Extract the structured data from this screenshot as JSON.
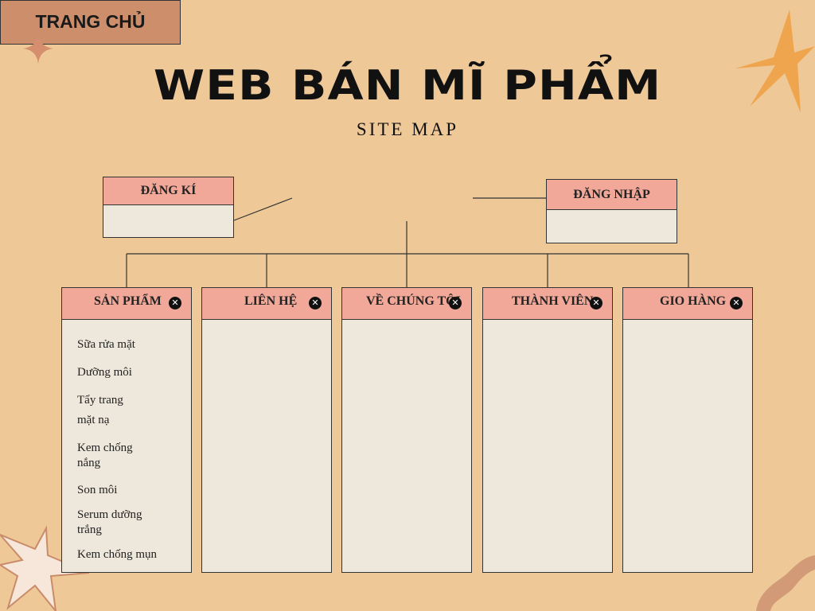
{
  "header": {
    "title": "WEB BÁN MĨ PHẨM",
    "subtitle": "SITE MAP"
  },
  "nodes": {
    "home": "TRANG CHỦ",
    "register": "ĐĂNG KÍ",
    "login": "ĐĂNG NHẬP"
  },
  "columns": [
    {
      "label": "SẢN PHẨM",
      "items": [
        "Sữa rửa mặt",
        "Dưỡng môi",
        "Tẩy trang",
        "mặt nạ",
        "Kem chống nắng",
        "Son môi",
        "Serum dưỡng trắng",
        "Kem chống mụn"
      ]
    },
    {
      "label": "LIÊN HỆ",
      "items": []
    },
    {
      "label": "VỀ CHÚNG TÔI",
      "items": []
    },
    {
      "label": "THÀNH VIÊN",
      "items": []
    },
    {
      "label": "GIO HÀNG",
      "items": []
    }
  ],
  "icons": {
    "close": "close-icon",
    "decor": [
      "sparkle-icon",
      "star-icon",
      "starburst-icon",
      "swirl-icon"
    ]
  },
  "colors": {
    "background": "#EEC897",
    "header_pink": "#F2A898",
    "home_box": "#CD8E6B",
    "panel": "#EEE8DC",
    "star_orange": "#EFA54D"
  }
}
